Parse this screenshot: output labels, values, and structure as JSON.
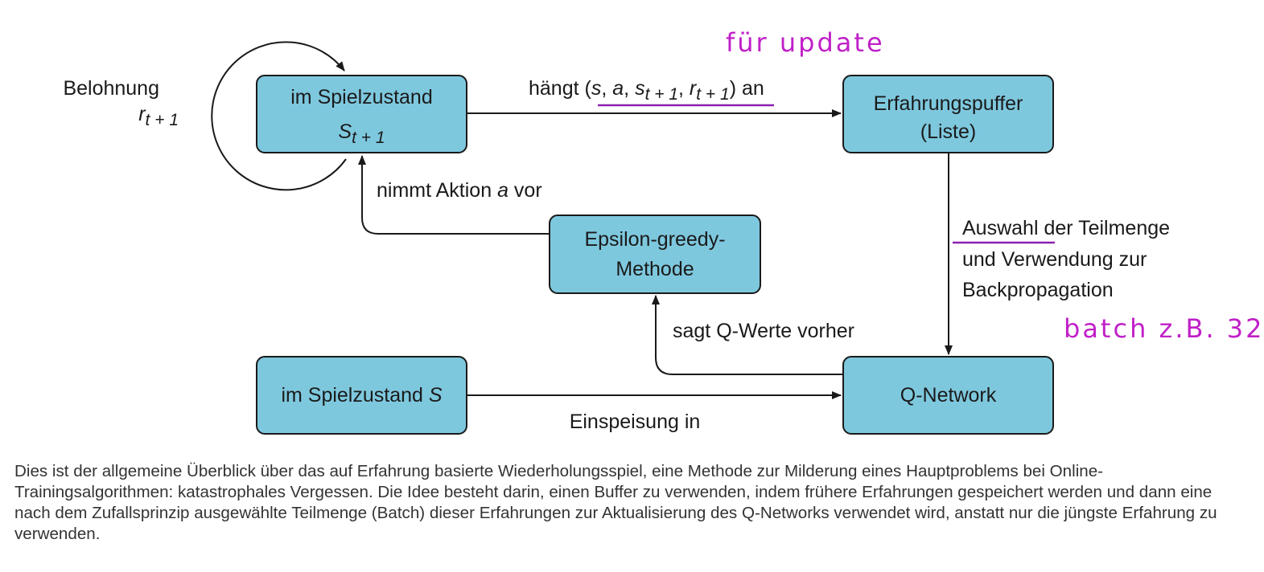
{
  "colors": {
    "node_fill": "#7ec8de",
    "annotation": "#c020c8",
    "underline": "#8a20b0"
  },
  "nodes": {
    "state_next": {
      "line1": "im Spielzustand",
      "line2_var": "S",
      "line2_sub": "t + 1"
    },
    "buffer": {
      "line1": "Erfahrungspuffer",
      "line2": "(Liste)"
    },
    "epsilon": {
      "line1": "Epsilon-greedy-",
      "line2": "Methode"
    },
    "state": {
      "label": "im Spielzustand ",
      "var": "S"
    },
    "qnet": {
      "label": "Q-Network"
    }
  },
  "edges": {
    "reward": {
      "line1": "Belohnung",
      "var": "r",
      "sub": "t + 1"
    },
    "append": {
      "pre": "hängt (",
      "s": "s",
      "c1": ", ",
      "a": "a",
      "c2": ", ",
      "s2": "s",
      "s2_sub": "t + 1",
      "c3": ", ",
      "r": "r",
      "r_sub": "t + 1",
      "post": ") an"
    },
    "action": {
      "pre": "nimmt Aktion ",
      "var": "a",
      "post": " vor"
    },
    "sample": {
      "line1_hl": "Auswahl",
      "line1_rest": " der Teilmenge",
      "line2": "und Verwendung zur",
      "line3": "Backpropagation"
    },
    "predict": {
      "label": "sagt Q-Werte vorher"
    },
    "feed": {
      "label": "Einspeisung in"
    }
  },
  "annotations": {
    "update": "für update",
    "batch": "batch z.B. 32"
  },
  "caption": "Dies ist der allgemeine Überblick über das auf Erfahrung basierte Wiederholungsspiel, eine Methode zur Milderung eines Hauptproblems bei Online-Trainingsalgorithmen: katastrophales Vergessen. Die Idee besteht darin, einen Buffer zu verwenden, indem frühere Erfahrungen gespeichert werden und dann eine nach dem Zufallsprinzip ausgewählte Teilmenge (Batch) dieser Erfahrungen zur Aktualisierung des Q-Networks verwendet wird, anstatt nur die jüngste Erfahrung zu verwenden."
}
